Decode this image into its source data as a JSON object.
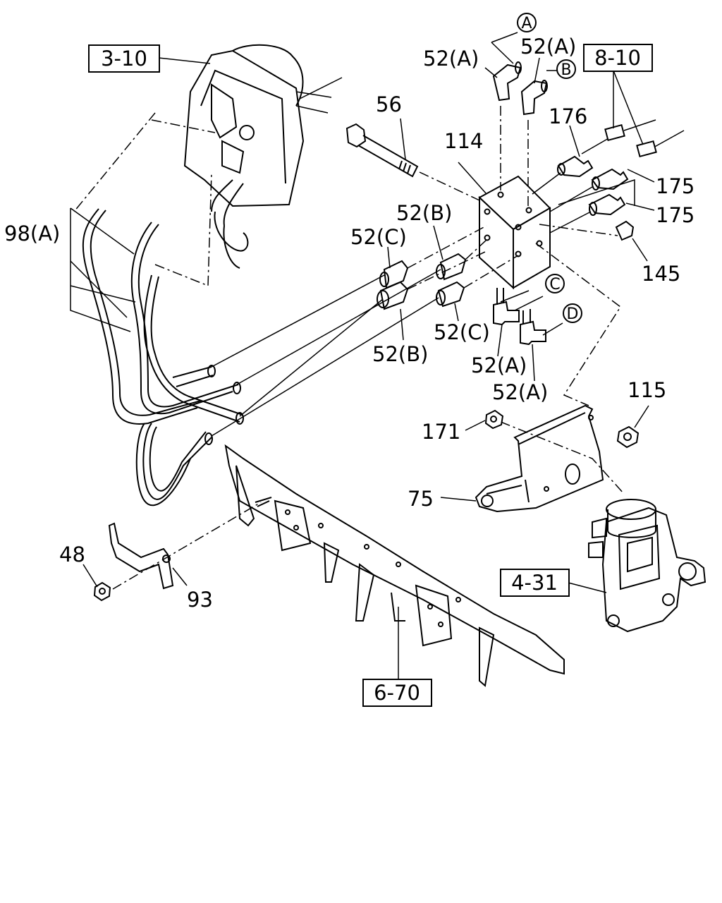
{
  "ref_boxes": {
    "r3_10": "3-10",
    "r8_10": "8-10",
    "r4_31": "4-31",
    "r6_70": "6-70"
  },
  "circle_labels": {
    "a": "A",
    "b": "B",
    "c": "C",
    "d": "D"
  },
  "part_labels": {
    "p52a_1": "52(A)",
    "p52a_2": "52(A)",
    "p56": "56",
    "p114": "114",
    "p176": "176",
    "p175_1": "175",
    "p175_2": "175",
    "p98a": "98(A)",
    "p52b_1": "52(B)",
    "p52c_1": "52(C)",
    "p145": "145",
    "p52c_2": "52(C)",
    "p52b_2": "52(B)",
    "p52a_3": "52(A)",
    "p52a_4": "52(A)",
    "p115": "115",
    "p171": "171",
    "p75": "75",
    "p48": "48",
    "p93": "93"
  }
}
